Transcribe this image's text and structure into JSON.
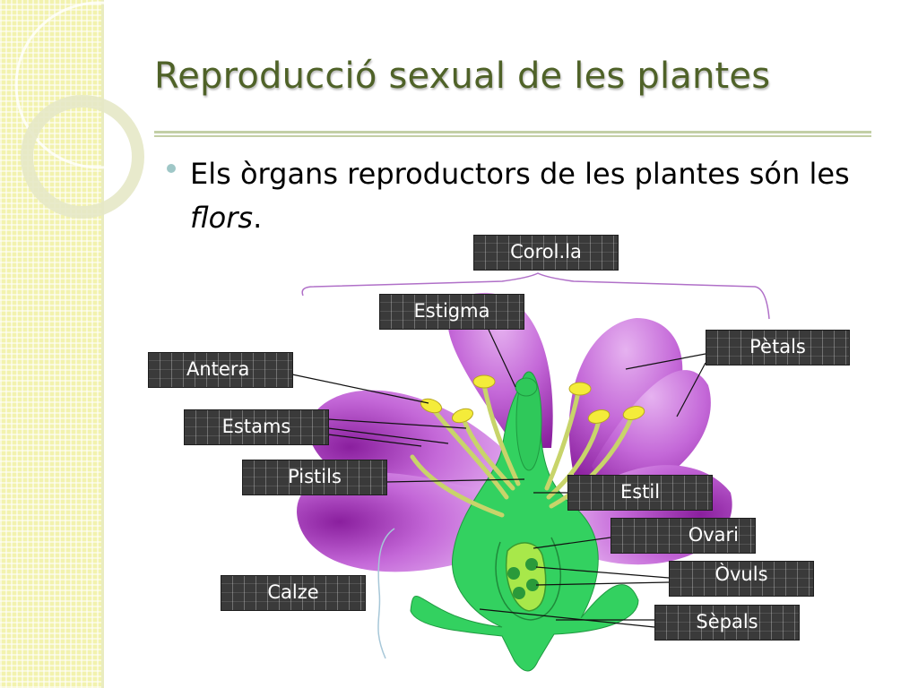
{
  "slide": {
    "title": "Reproducció sexual de les plantes",
    "bullet_prefix": "Els òrgans reproductors de les plantes són les ",
    "bullet_emphasis": "flors",
    "bullet_suffix": "."
  },
  "diagram": {
    "labels": {
      "corolla": "Corol.la",
      "estigma": "Estigma",
      "petals": "Pètals",
      "antera": "Antera",
      "estams": "Estams",
      "pistils": "Pistils",
      "estil": "Estil",
      "ovari": "Ovari",
      "ovuls": "Òvuls",
      "calze": "Calze",
      "sepals": "Sèpals"
    }
  },
  "colors": {
    "title": "#4f6228",
    "petal": "#c468d8",
    "petal_dark": "#8a1f9e",
    "pistil": "#33d160",
    "ovary": "#a8e84a",
    "stamen": "#c8d46a",
    "anther": "#f4ec3a",
    "label_bg": "#3a3a3a",
    "band": "#f2f2ae"
  }
}
